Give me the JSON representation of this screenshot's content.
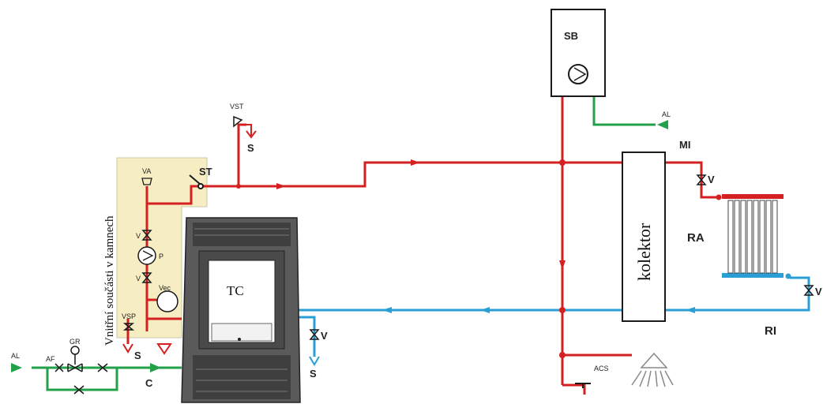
{
  "colors": {
    "hot": "#d42020",
    "cold": "#2a9fd6",
    "supply": "#22a04a",
    "panel": "#f6eec2",
    "line": "#1a1a1a"
  },
  "labels": {
    "sb": "SB",
    "al_top": "AL",
    "mi": "MI",
    "v_mi": "V",
    "vst": "VST",
    "s_vst": "S",
    "va": "VA",
    "st": "ST",
    "panel_title": "Vnitřní součásti v kamnech",
    "v_upper": "V",
    "p": "P",
    "v_lower": "V",
    "vec": "Vec",
    "vsp": "VSP",
    "s_panel": "S",
    "tc": "TC",
    "v_drain": "V",
    "s_drain": "S",
    "kolektor": "kolektor",
    "ra": "RA",
    "v_ri": "V",
    "ri": "RI",
    "acs": "ACS",
    "al_left": "AL",
    "af": "AF",
    "gr": "GR",
    "c": "C"
  },
  "icons": [
    "pump-icon",
    "valve-icon",
    "shower-head-icon",
    "tap-icon",
    "thermostat-icon",
    "expansion-vessel-icon",
    "radiator-icon",
    "stove-icon",
    "arrow-icon"
  ]
}
